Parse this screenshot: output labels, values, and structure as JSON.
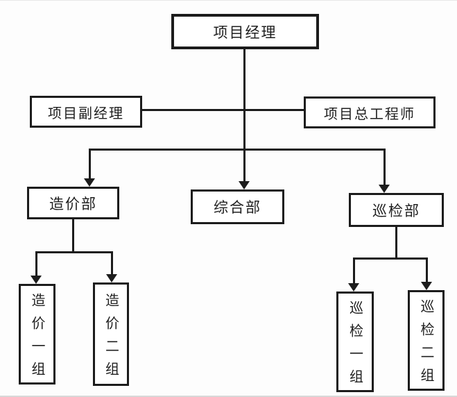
{
  "diagram": {
    "type": "org-chart",
    "nodes": {
      "project_manager": {
        "label": "项目经理"
      },
      "deputy_manager": {
        "label": "项目副经理"
      },
      "chief_engineer": {
        "label": "项目总工程师"
      },
      "cost_dept": {
        "label": "造价部"
      },
      "general_dept": {
        "label": "综合部"
      },
      "inspection_dept": {
        "label": "巡检部"
      },
      "cost_group_1": {
        "label": "造价一组"
      },
      "cost_group_2": {
        "label": "造价二组"
      },
      "inspection_group_1": {
        "label": "巡检一组"
      },
      "inspection_group_2": {
        "label": "巡检二组"
      }
    },
    "edges": [
      {
        "from": "project_manager",
        "to": "deputy_manager",
        "style": "plain"
      },
      {
        "from": "project_manager",
        "to": "chief_engineer",
        "style": "plain"
      },
      {
        "from": "project_manager",
        "to": "cost_dept",
        "style": "arrow"
      },
      {
        "from": "project_manager",
        "to": "general_dept",
        "style": "arrow"
      },
      {
        "from": "project_manager",
        "to": "inspection_dept",
        "style": "arrow"
      },
      {
        "from": "cost_dept",
        "to": "cost_group_1",
        "style": "arrow"
      },
      {
        "from": "cost_dept",
        "to": "cost_group_2",
        "style": "arrow"
      },
      {
        "from": "inspection_dept",
        "to": "inspection_group_1",
        "style": "arrow"
      },
      {
        "from": "inspection_dept",
        "to": "inspection_group_2",
        "style": "arrow"
      }
    ],
    "colors": {
      "line": "#1c1c1c",
      "box_border": "#1c1c1c",
      "box_fill": "#ffffff",
      "background": "#fdfdfd",
      "text": "#1f1f1f"
    }
  }
}
